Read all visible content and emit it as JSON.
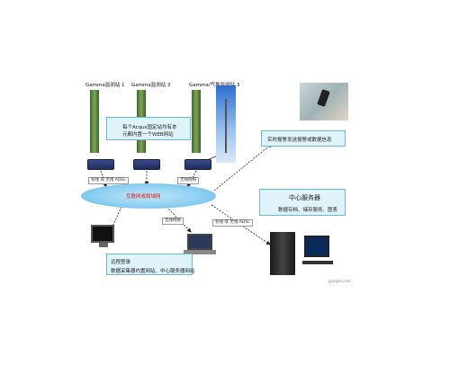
{
  "stations": [
    {
      "label": "Gamma监测站 1"
    },
    {
      "label": "Gamma监测站 2"
    },
    {
      "label": "Gamma/气象监测站 3"
    }
  ],
  "info_box": {
    "line1": "每个Acqus固定站均有本",
    "line2": "元都内置一个WEB网站"
  },
  "alert_box": {
    "text": "实时报警发送报警或数据信息"
  },
  "server_box": {
    "title": "中心服务器",
    "subtitle": "数据存档、储存服务、图表"
  },
  "network": {
    "label": "互联网或局域网"
  },
  "links": {
    "left_adsl": "有线 或 无线 ADSL",
    "right_wireless": "无线网络",
    "client_wireless": "无线网络",
    "server_adsl": "有线 或 无线 ADSL"
  },
  "client_box": {
    "title": "远程登录",
    "subtitle": "数据采集器内置网站、中心服务器网站"
  },
  "watermark": "gooqoo.com"
}
